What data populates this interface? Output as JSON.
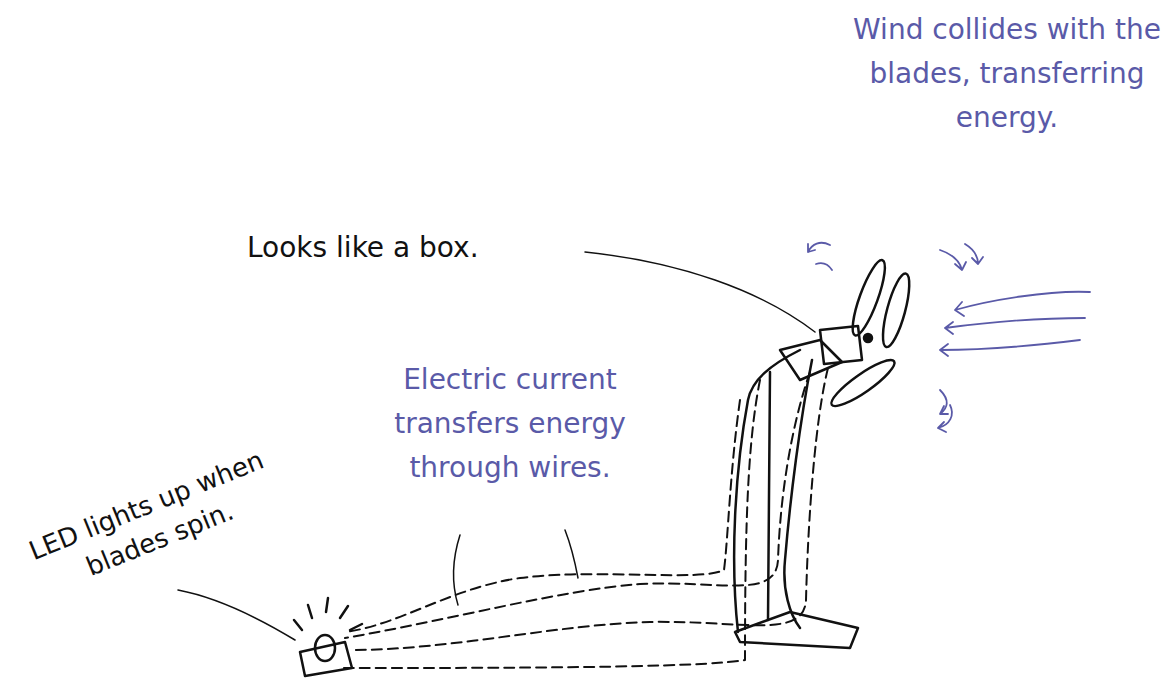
{
  "diagram": {
    "labels": [
      "Wind collides with the blades, transferring energy.",
      "Looks like a box.",
      "Electric current transfers energy through wires.",
      "LED lights up when blades spin."
    ]
  }
}
